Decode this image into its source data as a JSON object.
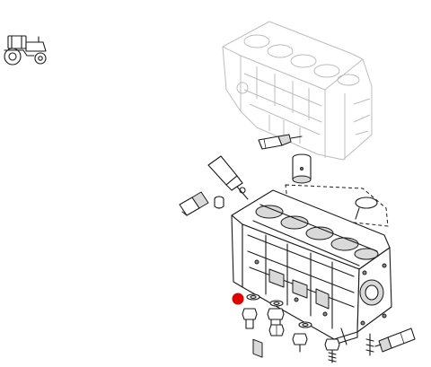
{
  "diagram": {
    "highlight_color": "#e00000",
    "line_color": "#1a1a1a",
    "ghost_color": "#bdbdbd",
    "icons": [
      "tractor-icon"
    ],
    "parts": [
      "engine-block-outline",
      "engine-block-detailed",
      "cylinder-sleeve",
      "glow-plug",
      "fuel-injector",
      "sensor-plug",
      "gasket",
      "drain-plug",
      "sealing-ring-highlighted",
      "mounting-screw",
      "hex-bolt",
      "side-sensor"
    ]
  }
}
